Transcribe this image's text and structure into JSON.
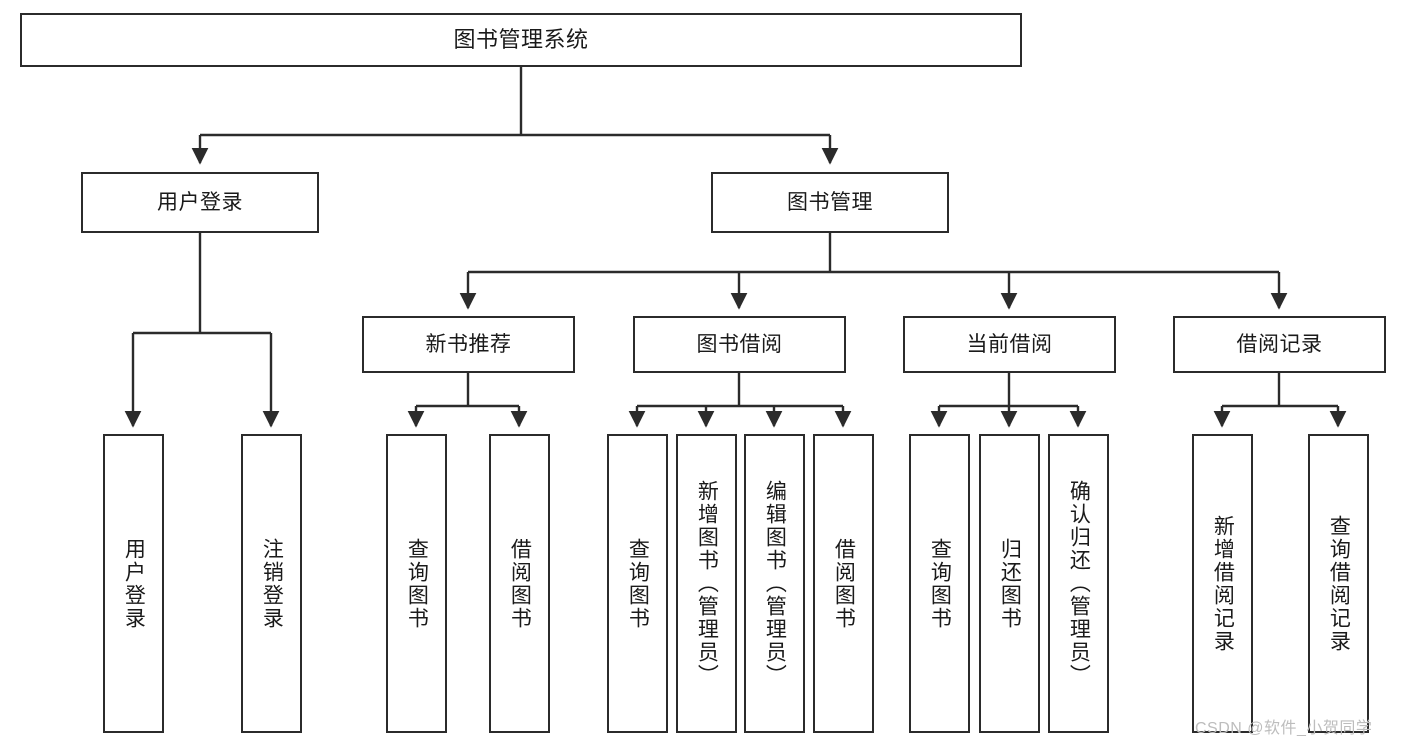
{
  "diagram": {
    "title": "图书管理系统",
    "type": "tree-hierarchy-chart",
    "watermark": "CSDN @软件_小贺同学",
    "colors": {
      "stroke": "#2b2b2b",
      "fill": "#ffffff",
      "text": "#1a1a1a",
      "watermark": "#bdbdbd"
    },
    "nodes": {
      "root": {
        "label": "图书管理系统"
      },
      "level2": [
        {
          "id": "user-login",
          "label": "用户登录"
        },
        {
          "id": "book-management",
          "label": "图书管理"
        }
      ],
      "level3": [
        {
          "id": "new-book-recommend",
          "label": "新书推荐"
        },
        {
          "id": "book-borrow",
          "label": "图书借阅"
        },
        {
          "id": "current-borrow",
          "label": "当前借阅"
        },
        {
          "id": "borrow-record",
          "label": "借阅记录"
        }
      ],
      "leaves": {
        "user-login": [
          {
            "id": "leaf-user-login",
            "label": "用户登录"
          },
          {
            "id": "leaf-logout-login",
            "label": "注销登录"
          }
        ],
        "new-book-recommend": [
          {
            "id": "leaf-query-book-1",
            "label": "查询图书"
          },
          {
            "id": "leaf-borrow-book-1",
            "label": "借阅图书"
          }
        ],
        "book-borrow": [
          {
            "id": "leaf-query-book-2",
            "label": "查询图书"
          },
          {
            "id": "leaf-add-book",
            "label": "新增图书（管理员）"
          },
          {
            "id": "leaf-edit-book",
            "label": "编辑图书（管理员）"
          },
          {
            "id": "leaf-borrow-book-2",
            "label": "借阅图书"
          }
        ],
        "current-borrow": [
          {
            "id": "leaf-query-book-3",
            "label": "查询图书"
          },
          {
            "id": "leaf-return-book",
            "label": "归还图书"
          },
          {
            "id": "leaf-confirm-return",
            "label": "确认归还（管理员）"
          }
        ],
        "borrow-record": [
          {
            "id": "leaf-add-record",
            "label": "新增借阅记录"
          },
          {
            "id": "leaf-query-record",
            "label": "查询借阅记录"
          }
        ]
      }
    }
  }
}
